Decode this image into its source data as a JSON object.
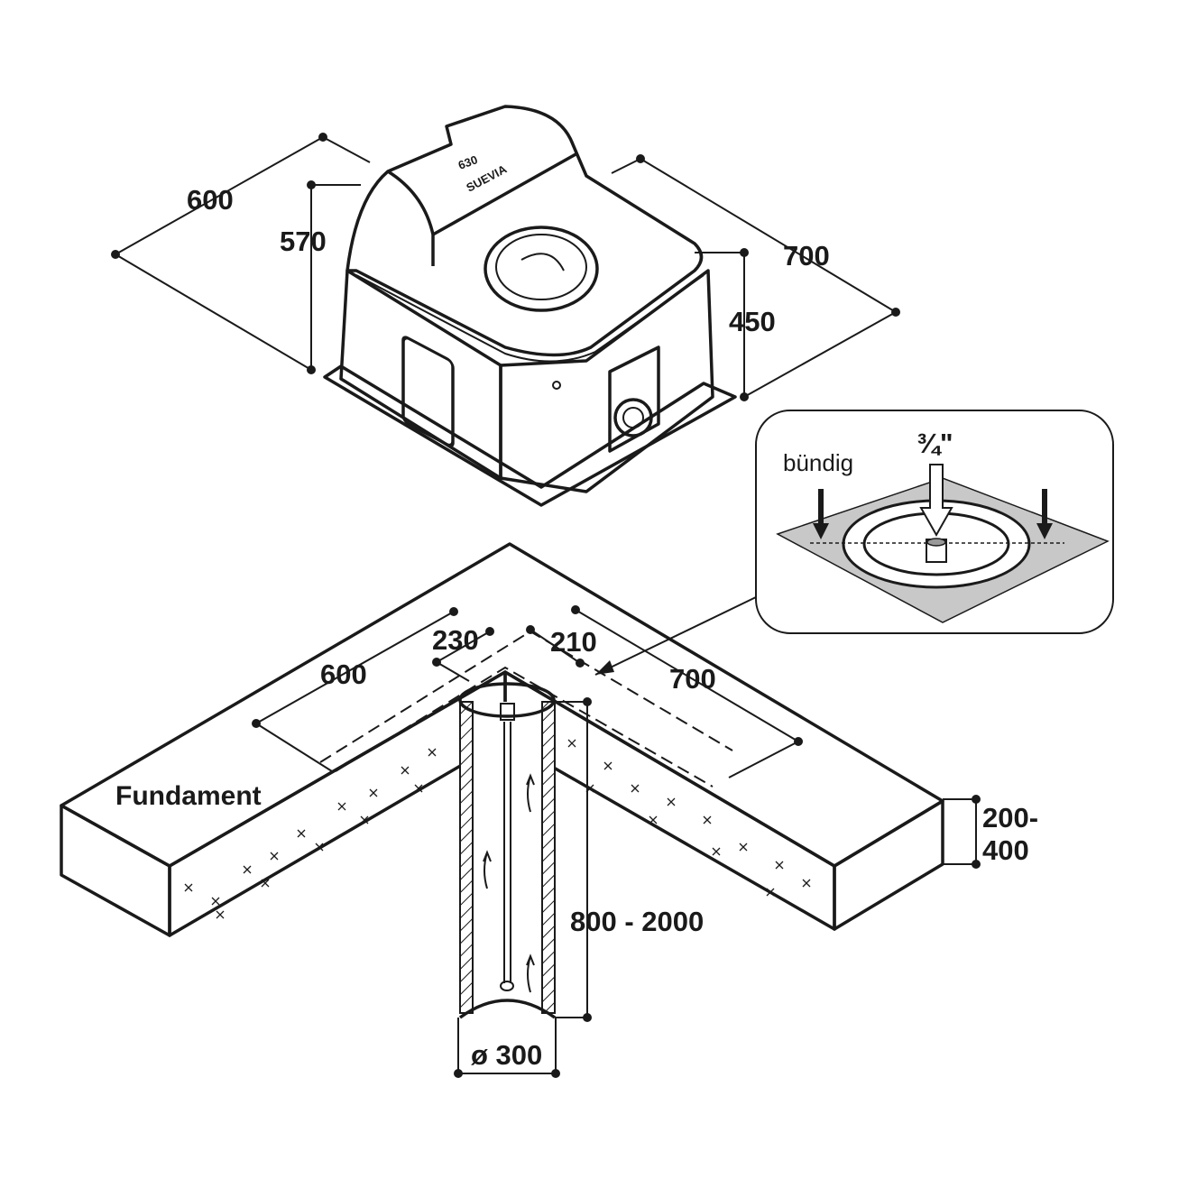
{
  "trough": {
    "model_number": "630",
    "brand": "SUEVIA",
    "dim_width": "600",
    "dim_total_height": "570",
    "dim_depth": "700",
    "dim_body_height": "450"
  },
  "foundation": {
    "label": "Fundament",
    "dim_width": "600",
    "dim_depth": "700",
    "dim_offset_left": "230",
    "dim_offset_right": "210",
    "dim_thickness_line1": "200-",
    "dim_thickness_line2": "400",
    "dim_pipe_depth": "800 - 2000",
    "dim_pipe_diameter": "ø 300"
  },
  "detail": {
    "flush_label": "bündig",
    "thread_label": "¾\""
  },
  "colors": {
    "line": "#1a1a1a",
    "slab_top": "#e6e6e6",
    "plate": "#c8c8c8",
    "background": "#ffffff"
  }
}
